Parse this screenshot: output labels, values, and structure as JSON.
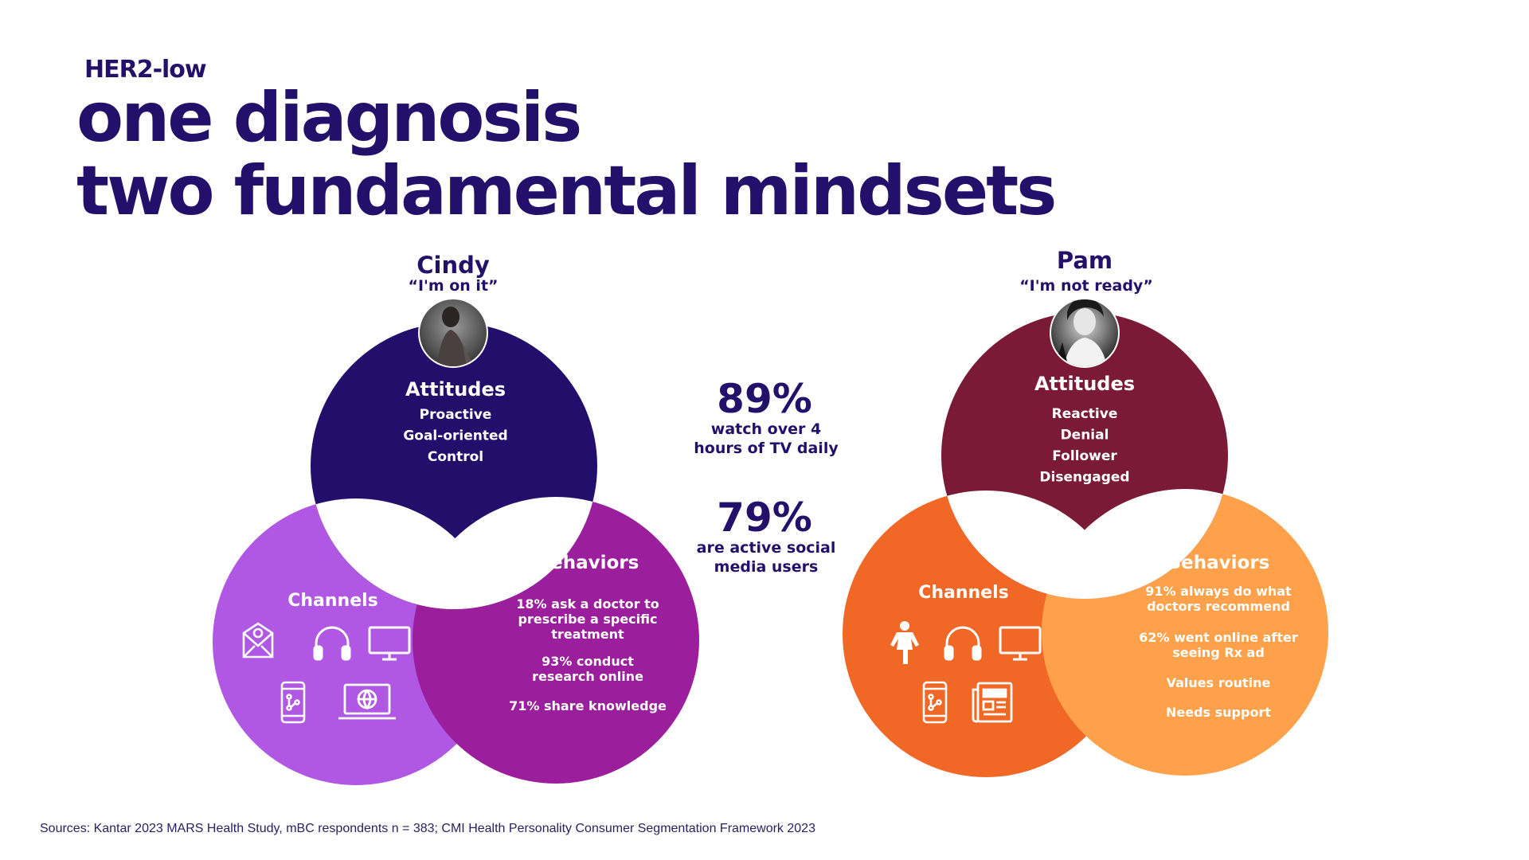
{
  "header": {
    "kicker": "HER2-low",
    "title_line1": "one diagnosis",
    "title_line2": "two fundamental mindsets"
  },
  "colors": {
    "navy": "#22106b",
    "cindy_attitudes": "#230e6c",
    "cindy_channels": "#b057e4",
    "cindy_behaviors": "#9b1f9d",
    "pam_attitudes": "#7a1a36",
    "pam_channels": "#f06726",
    "pam_behaviors": "#fea14a"
  },
  "cindy": {
    "name": "Cindy",
    "quote": "“I'm on it”",
    "attitudes": {
      "heading": "Attitudes",
      "items": [
        "Proactive",
        "Goal-oriented",
        "Control"
      ]
    },
    "channels": {
      "heading": "Channels",
      "icons": [
        "email-icon",
        "headphones-icon",
        "tv-icon",
        "smartphone-icon",
        "laptop-globe-icon"
      ]
    },
    "behaviors": {
      "heading": "Behaviors",
      "items": [
        [
          "18% ask a doctor to",
          "prescribe a specific",
          "treatment"
        ],
        [
          "93% conduct",
          "research online"
        ],
        [
          "71% share knowledge"
        ]
      ]
    }
  },
  "stats": [
    {
      "value": "89%",
      "lines": [
        "watch over 4",
        "hours of TV daily"
      ]
    },
    {
      "value": "79%",
      "lines": [
        "are active social",
        "media users"
      ]
    }
  ],
  "pam": {
    "name": "Pam",
    "quote": "“I'm not ready”",
    "attitudes": {
      "heading": "Attitudes",
      "items": [
        "Reactive",
        "Denial",
        "Follower",
        "Disengaged"
      ]
    },
    "channels": {
      "heading": "Channels",
      "icons": [
        "person-icon",
        "headphones-icon",
        "tv-icon",
        "smartphone-icon",
        "newspaper-icon"
      ]
    },
    "behaviors": {
      "heading": "Behaviors",
      "items": [
        [
          "91% always do what",
          "doctors recommend"
        ],
        [
          "62% went online after",
          "seeing Rx ad"
        ],
        [
          "Values routine"
        ],
        [
          "Needs support"
        ]
      ]
    }
  },
  "sources": "Sources: Kantar 2023 MARS Health Study, mBC respondents n = 383; CMI Health Personality Consumer Segmentation Framework 2023"
}
